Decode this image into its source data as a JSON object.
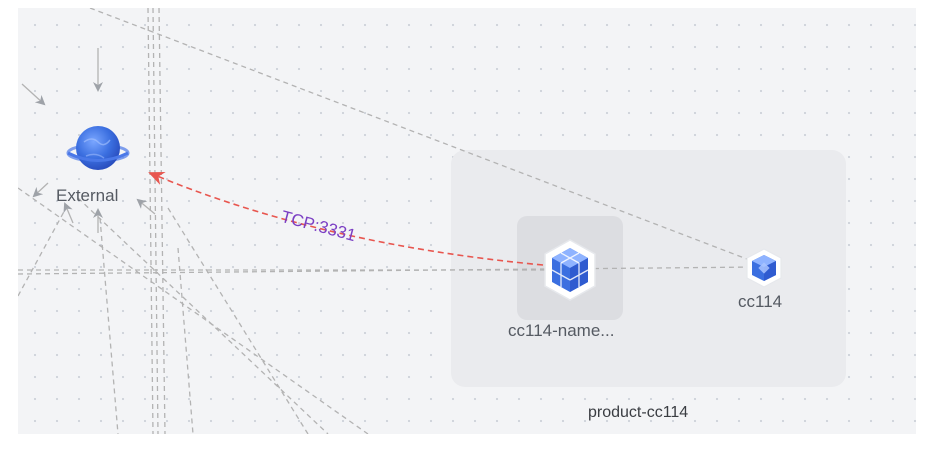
{
  "nodes": {
    "external": {
      "label": "External"
    },
    "namespace_node": {
      "label": "cc114-name..."
    },
    "service_node": {
      "label": "cc114"
    }
  },
  "group": {
    "label": "product-cc114"
  },
  "edge": {
    "label": "TCP:3331"
  },
  "colors": {
    "canvas_bg": "#f3f4f6",
    "group_bg": "#eaebee",
    "highlight_edge": "#e8564f",
    "edge_label": "#7b3fc4",
    "edge_gray": "#b3b3b3",
    "node_blue": "#3b6fe0"
  },
  "icons": {
    "external": "globe-icon",
    "namespace_node": "cube-cluster-icon",
    "service_node": "cube-icon"
  }
}
